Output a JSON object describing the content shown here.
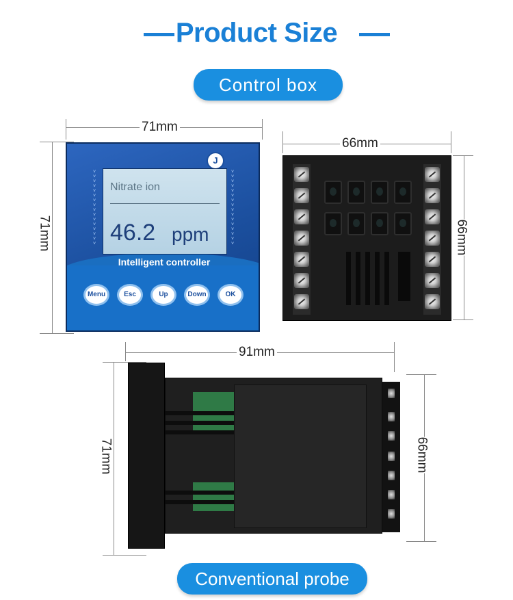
{
  "header": {
    "title": "Product Size"
  },
  "labels": {
    "top_pill": "Control box",
    "bottom_pill": "Conventional probe"
  },
  "dimensions": {
    "front_width": "71mm",
    "front_height": "71mm",
    "back_width": "66mm",
    "back_height": "66mm",
    "side_length": "91mm",
    "side_height": "71mm",
    "side_depth": "66mm"
  },
  "device": {
    "display_label": "Nitrate ion",
    "reading": "46.2",
    "unit": "ppm",
    "brand_text": "Intelligent controller",
    "buttons": [
      "Menu",
      "Esc",
      "Up",
      "Down",
      "OK"
    ]
  },
  "colors": {
    "accent": "#1a80d6",
    "pill": "#1a8fe0",
    "panel": "#1b4f9e"
  }
}
